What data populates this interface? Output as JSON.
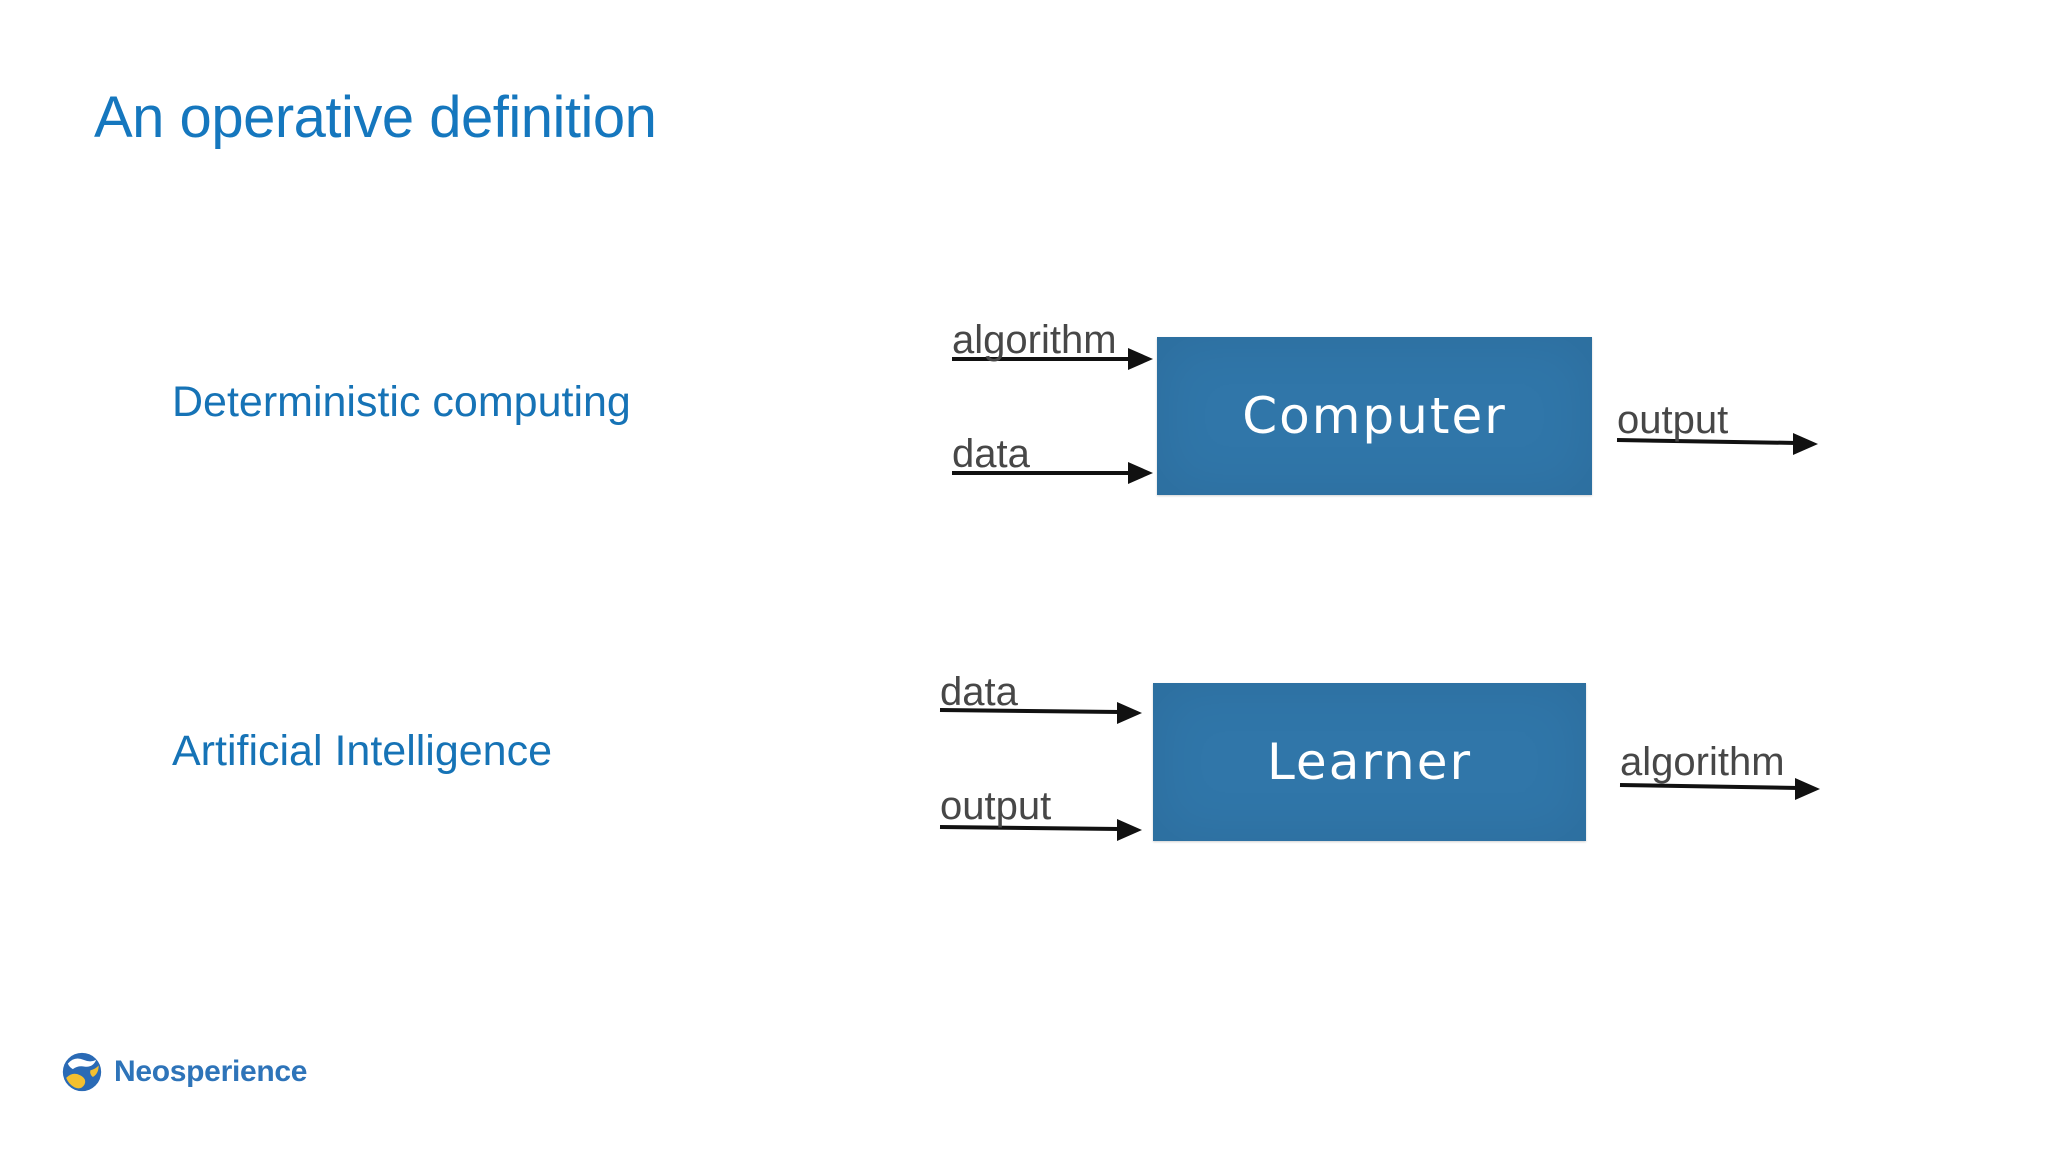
{
  "title": "An operative definition",
  "sections": [
    {
      "label": "Deterministic computing",
      "box": "Computer",
      "input1": "algorithm",
      "input2": "data",
      "output": "output"
    },
    {
      "label": "Artificial Intelligence",
      "box": "Learner",
      "input1": "data",
      "input2": "output",
      "output": "algorithm"
    }
  ],
  "footer": {
    "brand": "Neosperience"
  },
  "colors": {
    "title_blue": "#1577be",
    "label_blue": "#1673b6",
    "box_blue": "#3076a9",
    "io_label_gray": "#474747",
    "arrow_black": "#111111",
    "logo_blue": "#2a6ab5",
    "logo_yellow": "#f4c02f"
  }
}
